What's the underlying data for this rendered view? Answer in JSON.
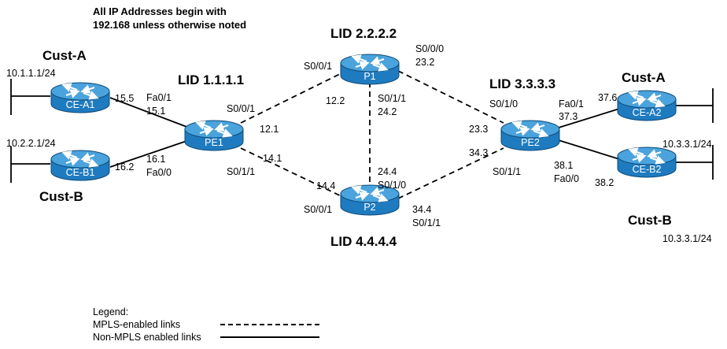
{
  "note": {
    "line1": "All IP Addresses begin with",
    "line2": "192.168 unless otherwise noted"
  },
  "colors": {
    "router_body": "#1f7bbf",
    "router_top": "#4aa3dc",
    "link": "#000000"
  },
  "routers": {
    "p1": {
      "label": "P1",
      "lid": "LID 2.2.2.2"
    },
    "p2": {
      "label": "P2",
      "lid": "LID 4.4.4.4"
    },
    "pe1": {
      "label": "PE1",
      "lid": "LID 1.1.1.1"
    },
    "pe2": {
      "label": "PE2",
      "lid": "LID 3.3.3.3"
    },
    "cea1": {
      "label": "CE-A1",
      "cust": "Cust-A",
      "network": "10.1.1.1/24"
    },
    "ceb1": {
      "label": "CE-B1",
      "cust": "Cust-B",
      "network": "10.2.2.1/24"
    },
    "cea2": {
      "label": "CE-A2",
      "cust": "Cust-A",
      "network": "10.3.3.1/24"
    },
    "ceb2": {
      "label": "CE-B2",
      "cust": "Cust-B",
      "network": "10.3.3.1/24"
    }
  },
  "interfaces": {
    "cea1_addr": "15.5",
    "pe1_fa01": "Fa0/1",
    "pe1_fa01_addr": "15.1",
    "pe1_fa00_addr": "16.1",
    "pe1_fa00": "Fa0/0",
    "ceb1_addr": "16.2",
    "pe1_s001": "S0/0/1",
    "pe1_s001_addr": "12.1",
    "pe1_s011_addr": "14.1",
    "pe1_s011": "S0/1/1",
    "p1_s001": "S0/0/1",
    "p1_s001_addr": "12.2",
    "p1_s000": "S0/0/0",
    "p1_s000_addr": "23.2",
    "p1_s011": "S0/1/1",
    "p1_s011_addr": "24.2",
    "p2_s010_addr": "24.4",
    "p2_s010": "S0/1/0",
    "p2_s001_addr": "14.4",
    "p2_s001": "S0/0/1",
    "p2_s011_addr": "34.4",
    "p2_s011": "S0/1/1",
    "pe2_s010": "S0/1/0",
    "pe2_s010_addr": "23.3",
    "pe2_s011_addr": "34.3",
    "pe2_s011": "S0/1/1",
    "pe2_fa01": "Fa0/1",
    "pe2_fa01_addr": "37.3",
    "cea2_addr": "37.6",
    "pe2_fa00_addr": "38.1",
    "pe2_fa00": "Fa0/0",
    "ceb2_addr": "38.2"
  },
  "legend": {
    "title": "Legend:",
    "mpls": "MPLS-enabled links",
    "non_mpls": "Non-MPLS enabled links"
  }
}
